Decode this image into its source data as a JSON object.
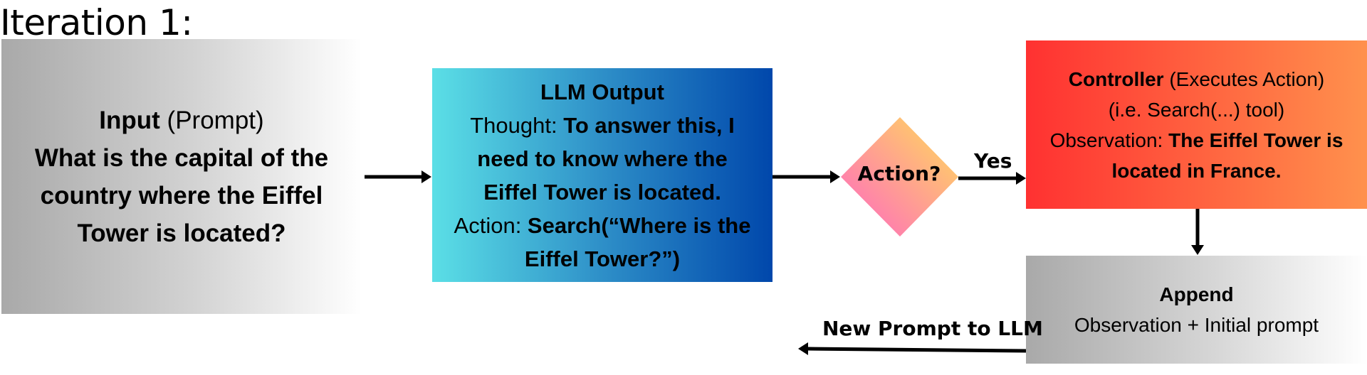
{
  "title": "Iteration 1:",
  "input_box": {
    "heading": "Input",
    "heading_suffix": " (Prompt)",
    "lines": [
      "What is the capital of the",
      "country where the Eiffel",
      "Tower is located?"
    ]
  },
  "llm_box": {
    "heading": "LLM Output",
    "thought_label": "Thought: ",
    "thought_lines": [
      "To answer this, I",
      "need to know where the",
      "Eiffel Tower is located."
    ],
    "action_label": "Action: ",
    "action_lines": [
      "Search(“Where is the",
      "Eiffel Tower?”)"
    ]
  },
  "decision": {
    "label": "Action?",
    "yes_label": "Yes"
  },
  "controller_box": {
    "heading": "Controller",
    "heading_suffix": " (Executes Action)",
    "tool_line": "(i.e. Search(...) tool)",
    "observation_label": "Observation: ",
    "observation_lines": [
      "The Eiffel Tower is",
      "located in France."
    ]
  },
  "append_box": {
    "heading": "Append",
    "line": "Observation + Initial prompt"
  },
  "feedback_label": "New Prompt to LLM",
  "colors": {
    "diamond_top": "#ffde59",
    "diamond_bottom": "#ff66c4",
    "controller_left": "#ff3131",
    "controller_right": "#ff914d",
    "llm_left": "#5bdfe6",
    "llm_right": "#0047ab"
  }
}
